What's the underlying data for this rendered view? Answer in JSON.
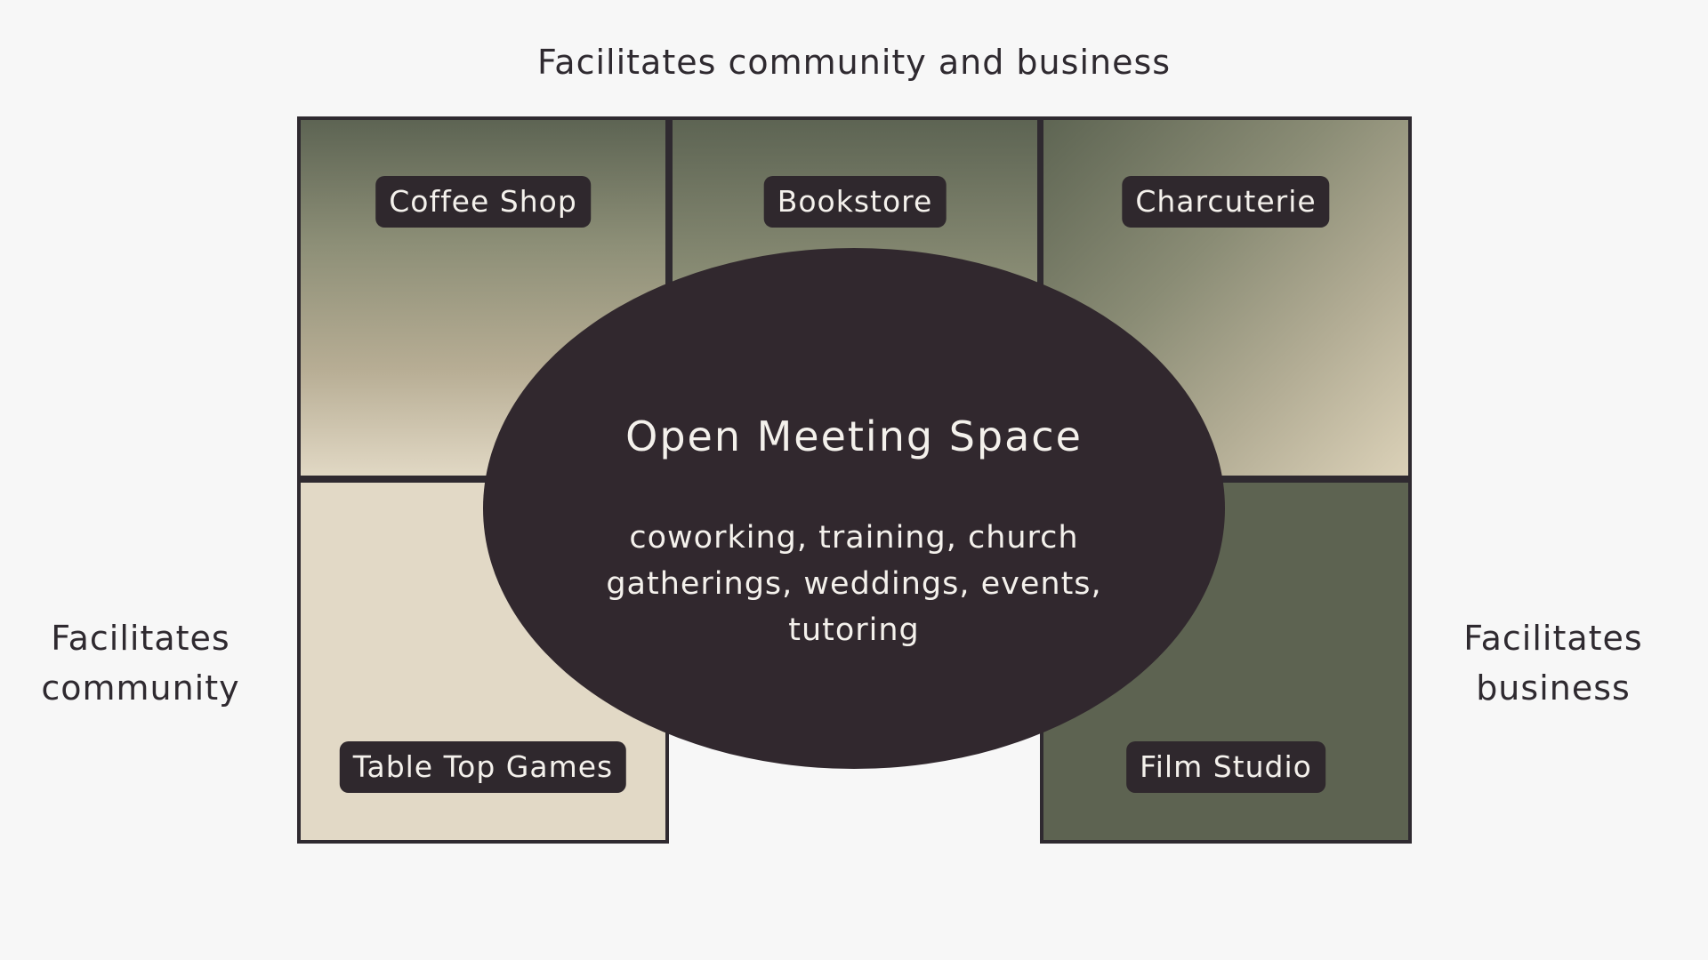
{
  "labels": {
    "top": "Facilitates community and business",
    "left": "Facilitates community",
    "right": "Facilitates business"
  },
  "spaces": {
    "coffee_shop": "Coffee Shop",
    "bookstore": "Bookstore",
    "charcuterie": "Charcuterie",
    "table_top_games": "Table Top Games",
    "film_studio": "Film Studio"
  },
  "center": {
    "title": "Open Meeting Space",
    "description": "coworking, training, church gatherings, weddings, events, tutoring"
  },
  "colors": {
    "background": "#f7f7f7",
    "dark": "#31282e",
    "olive_dark": "#5d6351",
    "sand": "#e2d9c6"
  }
}
